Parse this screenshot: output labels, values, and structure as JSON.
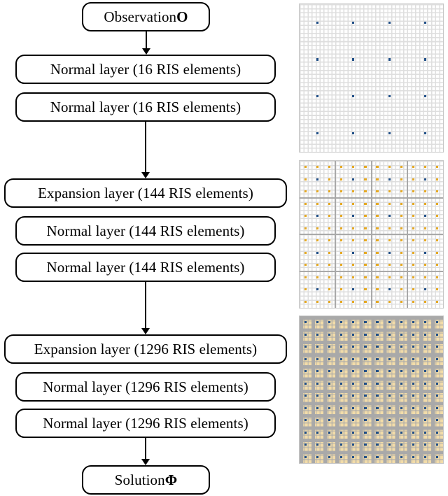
{
  "figure": {
    "title": "Progressive RIS element expansion network architecture",
    "colors": {
      "blue": "#1f4e87",
      "orange": "#e5a821",
      "tan": "#f2dca9",
      "grid_light": "#dedede",
      "grid_gray": "#a9a9a9",
      "panel_border": "#c8c8c8",
      "stroke": "#000000",
      "background": "#ffffff"
    }
  },
  "flow": {
    "nodes": [
      {
        "id": "observation",
        "text": "Observation ",
        "bold": "O",
        "kind": "terminal"
      },
      {
        "id": "normal-16-a",
        "text": "Normal layer (16 RIS elements)",
        "bold": "",
        "kind": "normal"
      },
      {
        "id": "normal-16-b",
        "text": "Normal layer (16 RIS elements)",
        "bold": "",
        "kind": "normal"
      },
      {
        "id": "expansion-144",
        "text": "Expansion layer (144 RIS elements)",
        "bold": "",
        "kind": "expansion"
      },
      {
        "id": "normal-144-a",
        "text": "Normal layer (144 RIS elements)",
        "bold": "",
        "kind": "normal"
      },
      {
        "id": "normal-144-b",
        "text": "Normal layer (144 RIS elements)",
        "bold": "",
        "kind": "normal"
      },
      {
        "id": "expansion-1296",
        "text": "Expansion layer (1296 RIS elements)",
        "bold": "",
        "kind": "expansion"
      },
      {
        "id": "normal-1296-a",
        "text": "Normal layer (1296 RIS elements)",
        "bold": "",
        "kind": "normal"
      },
      {
        "id": "normal-1296-b",
        "text": "Normal layer (1296 RIS elements)",
        "bold": "",
        "kind": "normal"
      },
      {
        "id": "solution",
        "text": "Solution ",
        "bold": "Φ",
        "kind": "terminal"
      }
    ],
    "connectors": [
      {
        "id": "arrow-observation-to-normal16",
        "from": "observation",
        "to": "normal-16-a"
      },
      {
        "id": "arrow-normal16-to-expansion144",
        "from": "normal-16-b",
        "to": "expansion-144"
      },
      {
        "id": "arrow-normal144-to-expansion1296",
        "from": "normal-144-b",
        "to": "expansion-1296"
      },
      {
        "id": "arrow-normal1296-to-solution",
        "from": "normal-1296-b",
        "to": "solution"
      }
    ]
  },
  "chart_data": {
    "type": "heatmap",
    "title": "RIS element expansion stages",
    "panels": [
      {
        "id": "ris-grid-16",
        "stage": "16 RIS elements",
        "fine_cells": 36,
        "active_rows": 4,
        "active_cols": 4,
        "active_count": 16,
        "active_color": "#1f4e87",
        "background_color": "#ffffff",
        "grid_color": "#dedede",
        "block_divider": false
      },
      {
        "id": "ris-grid-144",
        "stage": "144 RIS elements",
        "fine_cells": 36,
        "active_rows": 12,
        "active_cols": 12,
        "active_count": 144,
        "blue_count": 16,
        "active_color": "#e5a821",
        "blue_color": "#1f4e87",
        "background_color": "#ffffff",
        "grid_color": "#dedede",
        "block_divider": true,
        "block_divider_color": "#a9a9a9"
      },
      {
        "id": "ris-grid-1296",
        "stage": "1296 RIS elements",
        "fine_cells": 36,
        "active_rows": 36,
        "active_cols": 36,
        "active_count": 1296,
        "blue_count": 144,
        "active_color": "#f2dca9",
        "blue_color": "#1f4e87",
        "background_color": "#f2dca9",
        "grid_color": "#a9a9a9",
        "block_divider": true,
        "block_divider_color": "#a9a9a9"
      }
    ],
    "xlabel": "",
    "ylabel": "",
    "legend": []
  }
}
